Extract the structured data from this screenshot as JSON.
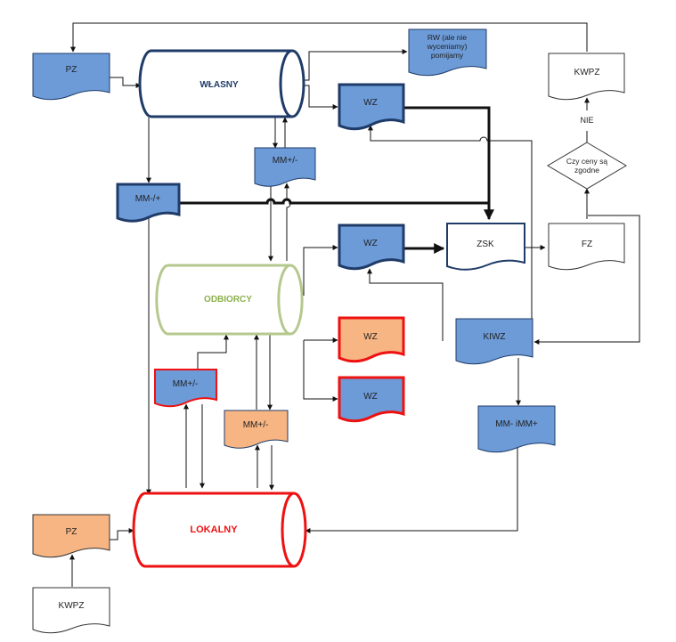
{
  "colors": {
    "blue_fill": "#6c9bd8",
    "orange_fill": "#f7b583",
    "white_fill": "#ffffff",
    "dark_stroke": "#1f3b68",
    "red_stroke": "#ee1111",
    "green_stroke": "#b5c98e",
    "line": "#111111"
  },
  "nodes": {
    "wlasny": "WŁASNY",
    "odbiorcy": "ODBIORCY",
    "lokalny": "LOKALNY",
    "pz_top": "PZ",
    "pz_bottom": "PZ",
    "kwpz_top": "KWPZ",
    "kwpz_bottom": "KWPZ",
    "rw_line1": "RW (ale nie",
    "rw_line2": "wyceniamy)",
    "rw_line3": "pomijamy",
    "wz_1": "WZ",
    "wz_2": "WZ",
    "wz_3": "WZ",
    "wz_4": "WZ",
    "mm_plusminus_1": "MM+/-",
    "mm_minusplus": "MM-/+",
    "mm_plusminus_2": "MM+/-",
    "mm_plusminus_3": "MM+/-",
    "zsk": "ZSK",
    "fz": "FZ",
    "kiwz": "KIWZ",
    "mm_imm": "MM- iMM+",
    "decision_line1": "Czy ceny są",
    "decision_line2": "zgodne",
    "nie": "NIE"
  }
}
